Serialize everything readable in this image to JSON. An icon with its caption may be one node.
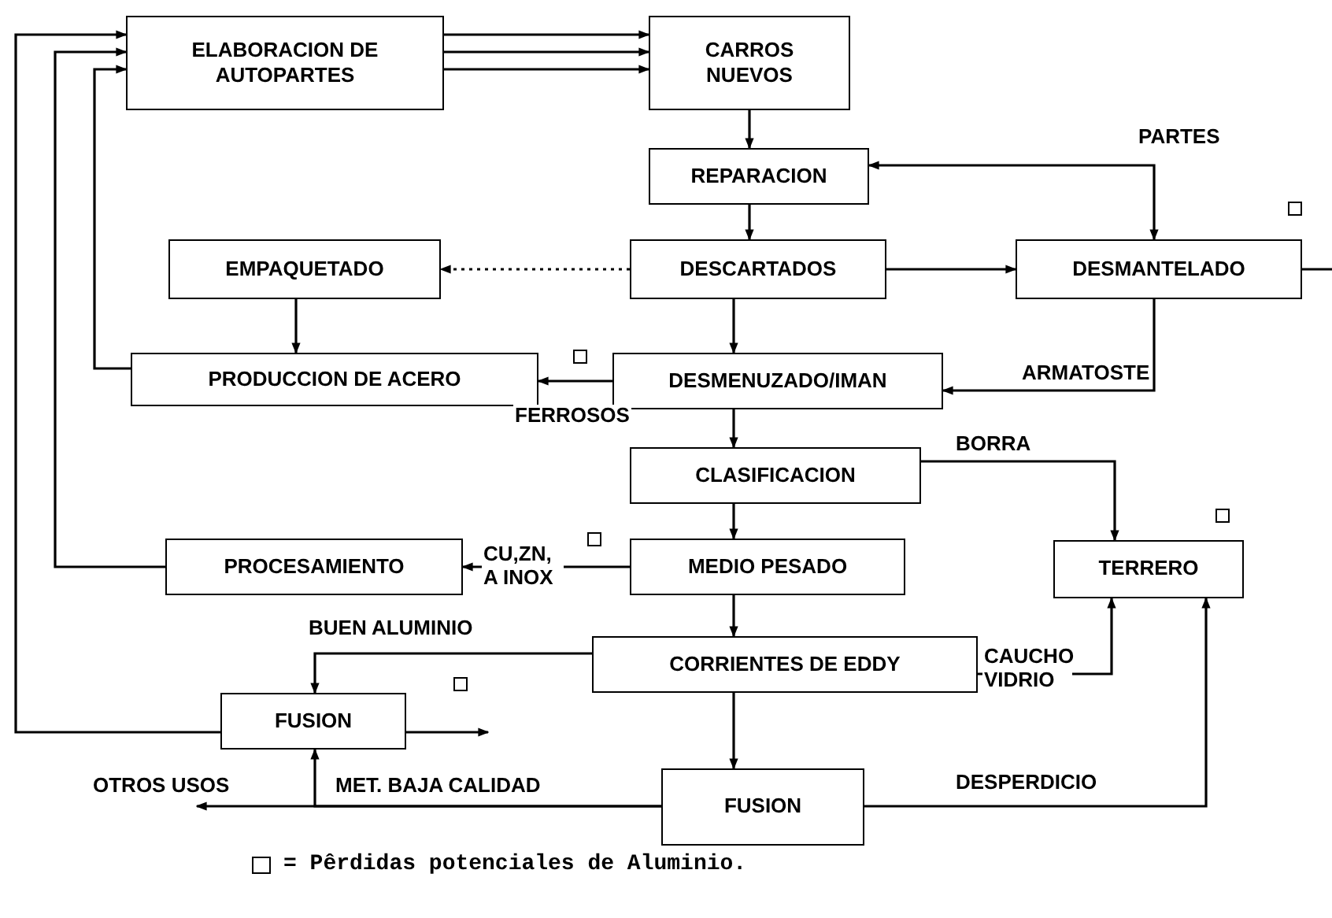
{
  "diagram": {
    "nodes": [
      {
        "text": [
          "ELABORACION DE AUTOPARTES"
        ]
      },
      {
        "text": [
          "CARROS NUEVOS"
        ]
      },
      {
        "text": [
          "REPARACION"
        ]
      },
      {
        "text": [
          "EMPAQUETADO"
        ]
      },
      {
        "text": [
          "DESCARTADOS"
        ]
      },
      {
        "text": [
          "DESMANTELADO"
        ]
      },
      {
        "text": [
          "PRODUCCION DE ACERO"
        ]
      },
      {
        "text": [
          "DESMENUZADO/IMAN"
        ]
      },
      {
        "text": [
          "CLASIFICACION"
        ]
      },
      {
        "text": [
          "TERRERO"
        ]
      },
      {
        "text": [
          "PROCESAMIENTO"
        ]
      },
      {
        "text": [
          "MEDIO PESADO"
        ]
      },
      {
        "text": [
          "CORRIENTES DE EDDY"
        ]
      },
      {
        "text": [
          "FUSION"
        ]
      },
      {
        "text": [
          "FUSION"
        ]
      }
    ],
    "edges": [
      {
        "from": 0,
        "to": 1,
        "arrow": "to"
      },
      {
        "from": 0,
        "to": 1,
        "arrow": "to"
      },
      {
        "from": 0,
        "to": 1,
        "arrow": "to"
      },
      {
        "from": 1,
        "to": 2,
        "arrow": "to"
      },
      {
        "from": 2,
        "to": 4,
        "arrow": "to"
      },
      {
        "from": 5,
        "to": 2,
        "label": "PARTES",
        "arrow": "both"
      },
      {
        "from": 4,
        "to": 3,
        "arrow": "to",
        "style": "dashed"
      },
      {
        "from": 4,
        "to": 5,
        "arrow": "to"
      },
      {
        "from": 5,
        "to": null,
        "arrow": "none"
      },
      {
        "from": 3,
        "to": 6,
        "arrow": "to"
      },
      {
        "from": 4,
        "to": 7,
        "arrow": "to"
      },
      {
        "from": 5,
        "to": 7,
        "label": "ARMATOSTE",
        "arrow": "to"
      },
      {
        "from": 7,
        "to": 6,
        "label": "FERROSOS",
        "arrow": "to"
      },
      {
        "from": 6,
        "to": 0,
        "arrow": "to"
      },
      {
        "from": 7,
        "to": 8,
        "arrow": "to"
      },
      {
        "from": 8,
        "to": 9,
        "label": "BORRA",
        "arrow": "to"
      },
      {
        "from": 8,
        "to": 11,
        "arrow": "to"
      },
      {
        "from": 11,
        "to": 10,
        "label": "CU,ZN, A INOX",
        "arrow": "to"
      },
      {
        "from": 10,
        "to": 0,
        "arrow": "to"
      },
      {
        "from": 11,
        "to": 12,
        "arrow": "to"
      },
      {
        "from": 12,
        "to": 9,
        "label": "CAUCHO VIDRIO",
        "arrow": "to"
      },
      {
        "from": 12,
        "to": 13,
        "label": "BUEN ALUMINIO",
        "arrow": "to"
      },
      {
        "from": 13,
        "to": null,
        "arrow": "to"
      },
      {
        "from": 13,
        "to": 0,
        "arrow": "to"
      },
      {
        "from": 12,
        "to": 14,
        "arrow": "to"
      },
      {
        "from": 14,
        "to": null,
        "label": "OTROS USOS",
        "arrow": "to"
      },
      {
        "from": 14,
        "to": 13,
        "label": "MET. BAJA CALIDAD",
        "arrow": "to"
      },
      {
        "from": 14,
        "to": 9,
        "label": "DESPERDICIO",
        "arrow": "to"
      }
    ],
    "legend": [
      {
        "text": "= Pêrdidas potenciales de Aluminio."
      }
    ]
  }
}
